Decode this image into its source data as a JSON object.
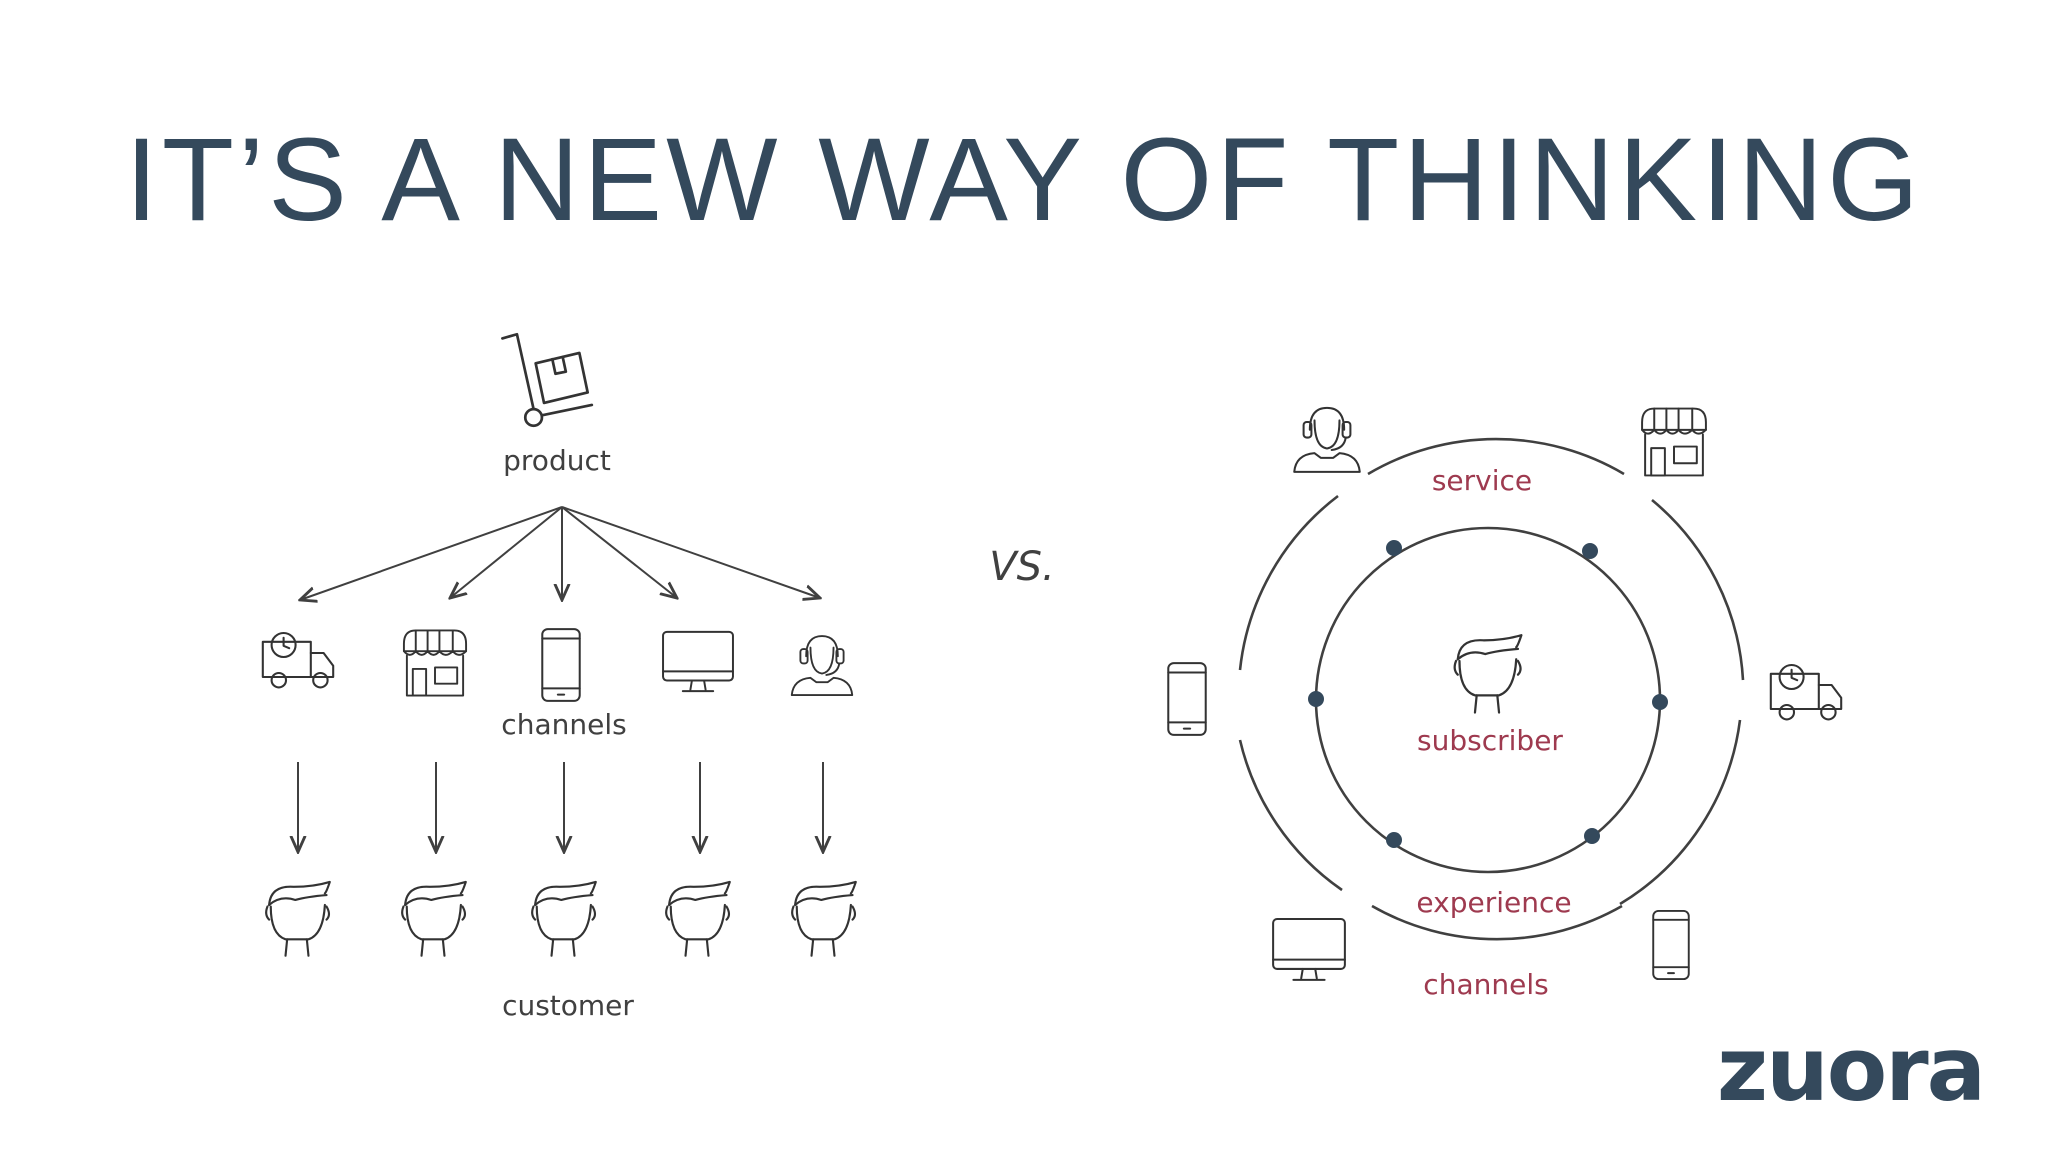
{
  "title": "IT’S A NEW WAY OF THINKING",
  "left": {
    "product_label": "product",
    "channels_label": "channels",
    "customer_label": "customer",
    "channel_icons": [
      "delivery-truck-icon",
      "storefront-icon",
      "tablet-icon",
      "desktop-monitor-icon",
      "support-agent-icon"
    ],
    "customer_icons": [
      "customer-head-icon",
      "customer-head-icon",
      "customer-head-icon",
      "customer-head-icon",
      "customer-head-icon"
    ]
  },
  "vs_label": "VS.",
  "right": {
    "service_label": "service",
    "subscriber_label": "subscriber",
    "experience_label": "experience",
    "channels_label": "channels",
    "orbit_icons": [
      "support-agent-icon",
      "storefront-icon",
      "tablet-icon",
      "delivery-truck-icon",
      "desktop-monitor-icon",
      "phone-icon"
    ]
  },
  "brand": {
    "logo": "zuora",
    "color": "#34495c"
  },
  "colors": {
    "title": "#34495c",
    "accent": "#9e3a4f",
    "line": "#404040"
  }
}
